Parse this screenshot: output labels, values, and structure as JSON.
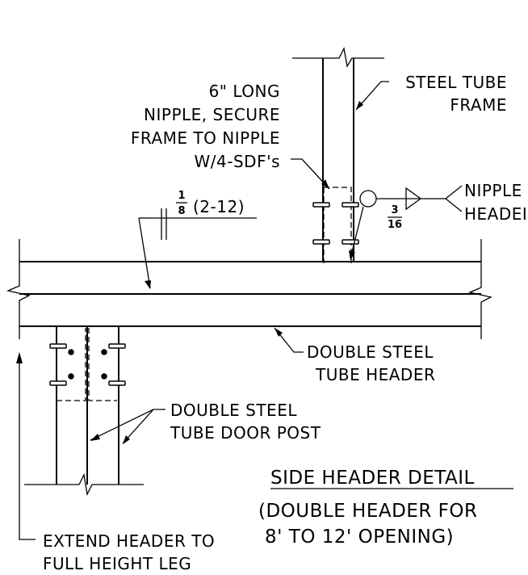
{
  "labels": {
    "nipple_note": [
      "6\" LONG",
      "NIPPLE, SECURE",
      "FRAME TO NIPPLE",
      "W/4-SDF's"
    ],
    "steel_tube_frame": [
      "STEEL TUBE",
      "FRAME"
    ],
    "weld_top": [
      "1",
      "8",
      "(2-12)"
    ],
    "weld_right": [
      "3",
      "16"
    ],
    "nipple_header": [
      "NIPPLE",
      "HEADEI"
    ],
    "double_steel_tube_header": [
      "DOUBLE STEEL",
      "TUBE HEADER"
    ],
    "double_steel_tube_door_post": [
      "DOUBLE STEEL",
      "TUBE DOOR POST"
    ],
    "title": "SIDE HEADER DETAIL",
    "subtitle": [
      "(DOUBLE HEADER FOR",
      "8' TO 12' OPENING)"
    ],
    "extend_note": [
      "EXTEND HEADER TO",
      "FULL HEIGHT LEG"
    ]
  }
}
